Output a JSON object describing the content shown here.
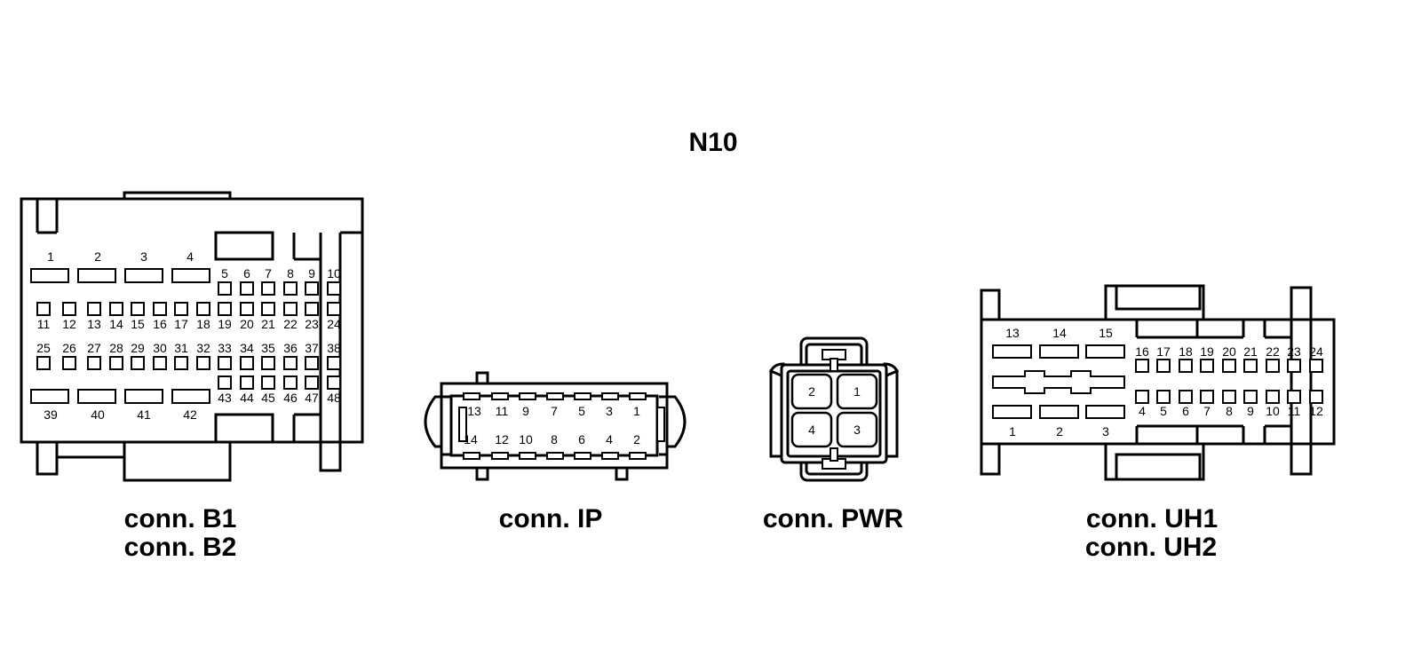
{
  "title": "N10",
  "connectors": {
    "b": {
      "labels": [
        "conn. B1",
        "conn. B2"
      ]
    },
    "ip": {
      "labels": [
        "conn. IP"
      ]
    },
    "pwr": {
      "labels": [
        "conn. PWR"
      ]
    },
    "uh": {
      "labels": [
        "conn. UH1",
        "conn. UH2"
      ]
    }
  },
  "pins": {
    "b_top_large": [
      "1",
      "2",
      "3",
      "4"
    ],
    "b_row1": [
      "5",
      "6",
      "7",
      "8",
      "9",
      "10"
    ],
    "b_row2": [
      "11",
      "12",
      "13",
      "14",
      "15",
      "16",
      "17",
      "18",
      "19",
      "20",
      "21",
      "22",
      "23",
      "24"
    ],
    "b_row3": [
      "25",
      "26",
      "27",
      "28",
      "29",
      "30",
      "31",
      "32",
      "33",
      "34",
      "35",
      "36",
      "37",
      "38"
    ],
    "b_row4": [
      "43",
      "44",
      "45",
      "46",
      "47",
      "48"
    ],
    "b_bottom_large": [
      "39",
      "40",
      "41",
      "42"
    ],
    "ip_top": [
      "13",
      "11",
      "9",
      "7",
      "5",
      "3",
      "1"
    ],
    "ip_bottom": [
      "14",
      "12",
      "10",
      "8",
      "6",
      "4",
      "2"
    ],
    "pwr": [
      "2",
      "1",
      "4",
      "3"
    ],
    "uh_top_large": [
      "13",
      "14",
      "15"
    ],
    "uh_row1": [
      "16",
      "17",
      "18",
      "19",
      "20",
      "21",
      "22",
      "23",
      "24"
    ],
    "uh_row2": [
      "4",
      "5",
      "6",
      "7",
      "8",
      "9",
      "10",
      "11",
      "12"
    ],
    "uh_bottom_large": [
      "1",
      "2",
      "3"
    ]
  }
}
